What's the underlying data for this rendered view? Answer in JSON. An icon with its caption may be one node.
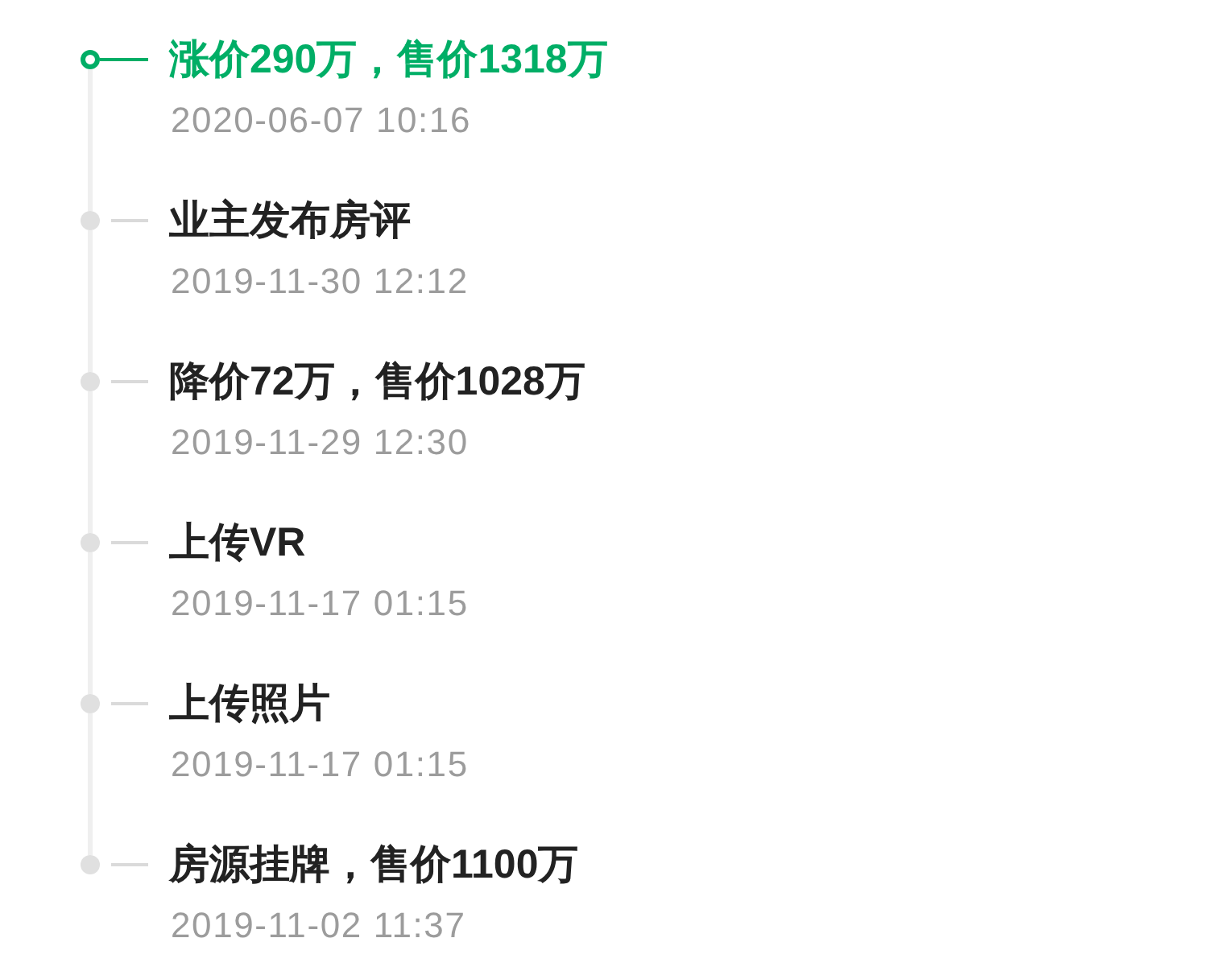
{
  "diagram": {
    "nodes": [
      {
        "text": [],
        "shape": "circle",
        "beside": [
          "涨价290万，售价1318万",
          "2020-06-07 10:16"
        ]
      },
      {
        "text": [],
        "shape": "circle",
        "beside": [
          "业主发布房评",
          "2019-11-30 12:12"
        ]
      },
      {
        "text": [],
        "shape": "circle",
        "beside": [
          "降价72万，售价1028万",
          "2019-11-29 12:30"
        ]
      },
      {
        "text": [],
        "shape": "circle",
        "beside": [
          "上传VR",
          "2019-11-17 01:15"
        ]
      },
      {
        "text": [],
        "shape": "circle",
        "beside": [
          "上传照片",
          "2019-11-17 01:15"
        ]
      },
      {
        "text": [],
        "shape": "circle",
        "beside": [
          "房源挂牌，售价1100万",
          "2019-11-02 11:37"
        ]
      }
    ],
    "edges": [
      {
        "from": 0,
        "to": 1,
        "arrow": "none"
      },
      {
        "from": 1,
        "to": 2,
        "arrow": "none"
      },
      {
        "from": 2,
        "to": 3,
        "arrow": "none"
      },
      {
        "from": 3,
        "to": 4,
        "arrow": "none"
      },
      {
        "from": 4,
        "to": 5,
        "arrow": "none"
      }
    ]
  }
}
